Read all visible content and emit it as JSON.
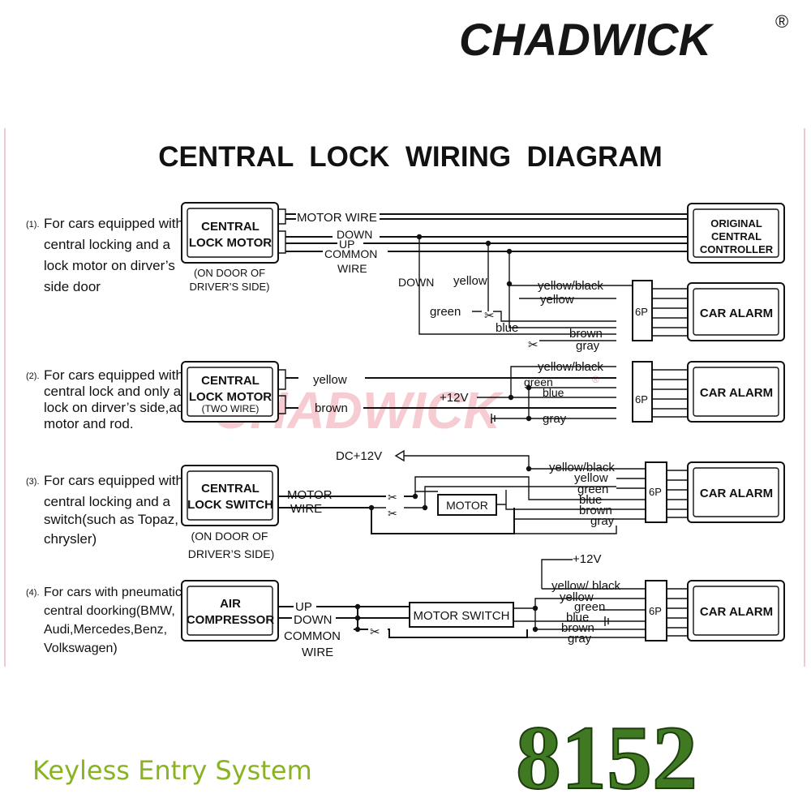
{
  "brand": {
    "name": "CHADWICK",
    "mark": "®"
  },
  "title": "CENTRAL  LOCK  WIRING  DIAGRAM",
  "watermark": "CHADWICK",
  "model_number": "8152",
  "tagline": "Keyless Entry System",
  "colors": {
    "accent_green": "#8ab322",
    "model_green": "#3f7a22",
    "watermark_pink": "#ee9aa6",
    "line": "#111111"
  },
  "sections": [
    {
      "number": "(1).",
      "description": [
        "For cars equipped with",
        "central locking and a",
        "lock motor on dirver’s",
        "side door"
      ],
      "device": [
        "CENTRAL",
        "LOCK MOTOR"
      ],
      "device_note": [
        "(ON DOOR OF",
        "DRIVER’S SIDE)"
      ],
      "controller": [
        "ORIGINAL",
        "CENTRAL",
        "CONTROLLER"
      ],
      "wire_labels": {
        "motor": "MOTOR WIRE",
        "down": "DOWN",
        "up": "UP",
        "common": [
          "COMMON",
          "WIRE"
        ],
        "down_drop": "DOWN"
      },
      "alarm_wires": {
        "yellow_black": "yellow/black",
        "yellow": "yellow",
        "green": "green",
        "blue": "blue",
        "brown": "brown",
        "gray": "gray",
        "yellow_tap": "yellow"
      },
      "connector": "6P",
      "alarm": "CAR ALARM"
    },
    {
      "number": "(2).",
      "description": [
        "For cars equipped with",
        "central lock and only a",
        "lock  on dirver’s side,add",
        "motor and rod."
      ],
      "device": [
        "CENTRAL",
        "LOCK MOTOR",
        "(TWO WIRE)"
      ],
      "wire_labels": {
        "yellow": "yellow",
        "brown": "brown",
        "plus12": "+12V"
      },
      "alarm_wires": {
        "yellow_black": "yellow/black",
        "green": "green",
        "blue": "blue",
        "gray": "gray"
      },
      "connector": "6P",
      "alarm": "CAR ALARM"
    },
    {
      "number": "(3).",
      "description": [
        "For cars equipped with",
        "central locking  and a",
        "switch(such as Topaz,",
        "chrysler)"
      ],
      "device": [
        "CENTRAL",
        "LOCK SWITCH"
      ],
      "device_note": [
        "(ON DOOR OF",
        "DRIVER’S SIDE)"
      ],
      "wire_labels": {
        "motor": "MOTOR",
        "wire": "WIRE",
        "dc12": "DC+12V",
        "motor_box": "MOTOR"
      },
      "alarm_wires": {
        "yellow_black": "yellow/black",
        "yellow": "yellow",
        "green": "green",
        "blue": "blue",
        "brown": "brown",
        "gray": "gray"
      },
      "connector": "6P",
      "alarm": "CAR ALARM"
    },
    {
      "number": "(4).",
      "description": [
        "For cars  with pneumatic",
        "central doorking(BMW,",
        "Audi,Mercedes,Benz,",
        "Volkswagen)"
      ],
      "device": [
        "AIR",
        "COMPRESSOR"
      ],
      "wire_labels": {
        "up": "UP",
        "down": "DOWN",
        "common": [
          "COMMON",
          "WIRE"
        ],
        "plus12": "+12V",
        "switch": "MOTOR  SWITCH"
      },
      "alarm_wires": {
        "yellow_black": "yellow/ black",
        "yellow": "yellow",
        "green": "green",
        "blue": "blue",
        "brown": "brown",
        "gray": "gray"
      },
      "connector": "6P",
      "alarm": "CAR ALARM"
    }
  ]
}
